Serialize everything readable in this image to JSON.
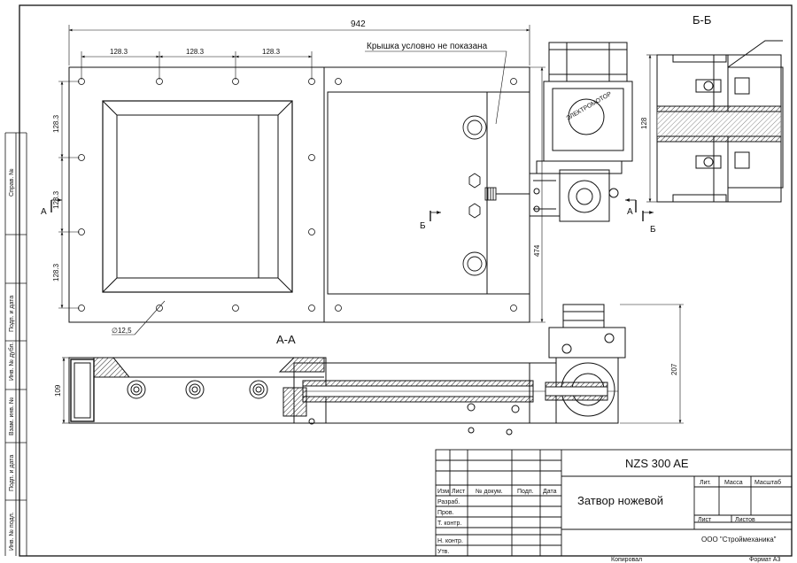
{
  "dimensions": {
    "overall_width": "942",
    "bolt_pitch_h": [
      "128.3",
      "128.3",
      "128.3"
    ],
    "bolt_pitch_v": [
      "128.3",
      "128.3",
      "128.3"
    ],
    "height_474": "474",
    "height_109": "109",
    "height_207": "207",
    "hole_dia": "∅12,5",
    "section_128": "128"
  },
  "notes": {
    "cover_note": "Крышка условно не показана"
  },
  "section_marks": {
    "a_left": "А",
    "a_right": "А",
    "b_left": "Б",
    "b_right": "Б",
    "view_aa": "А-А",
    "view_bb": "Б-Б"
  },
  "side_stamps": [
    "Справ. №",
    "Подп. и дата",
    "Инв. № дубл.",
    "Взам. инв. №",
    "Подп. и дата",
    "Инв. № подл."
  ],
  "title_block": {
    "doc_code": "NZS 300 AE",
    "title": "Затвор ножевой",
    "company": "ООО \"Строймеханика\"",
    "col_izm": "Изм.",
    "col_list": "Лист",
    "col_docnum": "№ докум.",
    "col_podp": "Подп.",
    "col_data": "Дата",
    "row_razrab": "Разраб.",
    "row_prov": "Пров.",
    "row_tkontr": "Т. контр.",
    "row_nkontr": "Н. контр.",
    "row_utv": "Утв.",
    "lit": "Лит.",
    "massa": "Масса",
    "masshtab": "Масштаб",
    "list": "Лист",
    "listov": "Листов",
    "kopiroval": "Копировал",
    "format": "Формат А3"
  },
  "motor_label": "ЭЛЕКТРОМОТОР"
}
